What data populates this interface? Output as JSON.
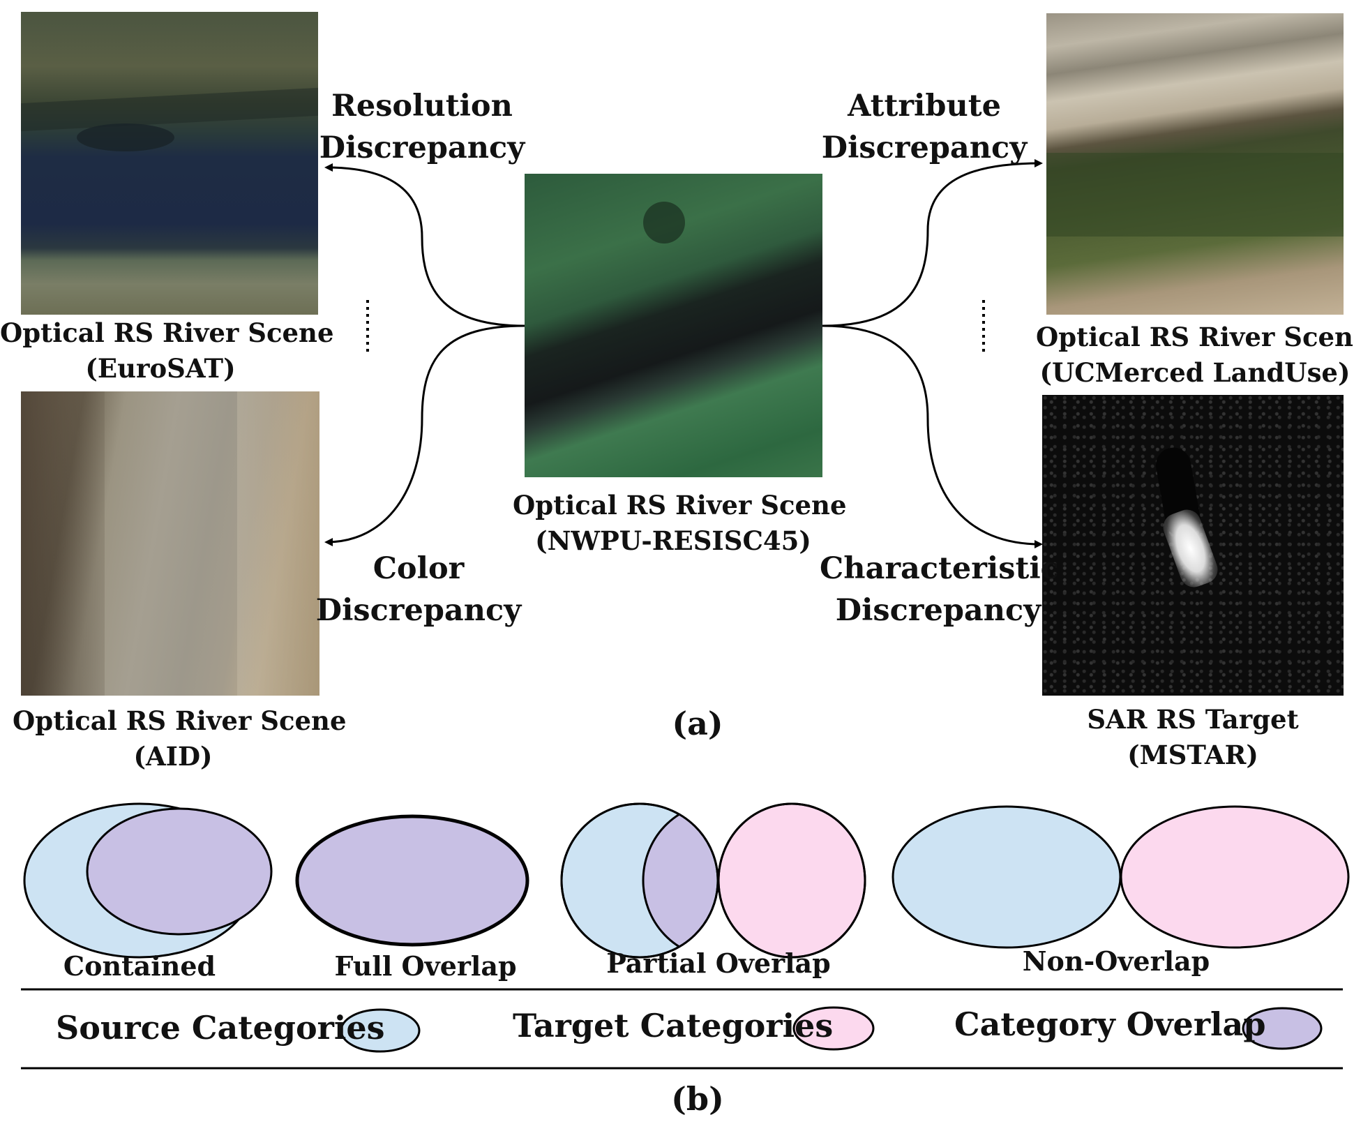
{
  "colors": {
    "source": "#cde3f3",
    "target": "#fcd9ee",
    "overlap": "#c8c0e4",
    "stroke": "#000000"
  },
  "panel_a": {
    "label": "(a)",
    "center": {
      "line1": "Optical RS River Scene",
      "line2": "(NWPU-RESISC45)"
    },
    "top_left": {
      "line1": "Optical RS River Scene",
      "line2": "(EuroSAT)"
    },
    "bottom_left": {
      "line1": "Optical RS River Scene",
      "line2": "(AID)"
    },
    "top_right": {
      "line1": "Optical RS River Scene",
      "line2": "(UCMerced LandUse)"
    },
    "bottom_right": {
      "line1": "SAR RS Target",
      "line2": "(MSTAR)"
    },
    "arrows": {
      "resolution": {
        "line1": "Resolution",
        "line2": "Discrepancy"
      },
      "color": {
        "line1": "Color",
        "line2": "Discrepancy"
      },
      "attribute": {
        "line1": "Attribute",
        "line2": "Discrepancy"
      },
      "characteristic": {
        "line1": "Characteristic",
        "line2": "Discrepancy"
      }
    }
  },
  "panel_b": {
    "label": "(b)",
    "cases": [
      "Contained",
      "Full Overlap",
      "Partial Overlap",
      "Non-Overlap"
    ],
    "legend": {
      "source": "Source Categories",
      "target": "Target Categories",
      "overlap": "Category Overlap"
    }
  }
}
